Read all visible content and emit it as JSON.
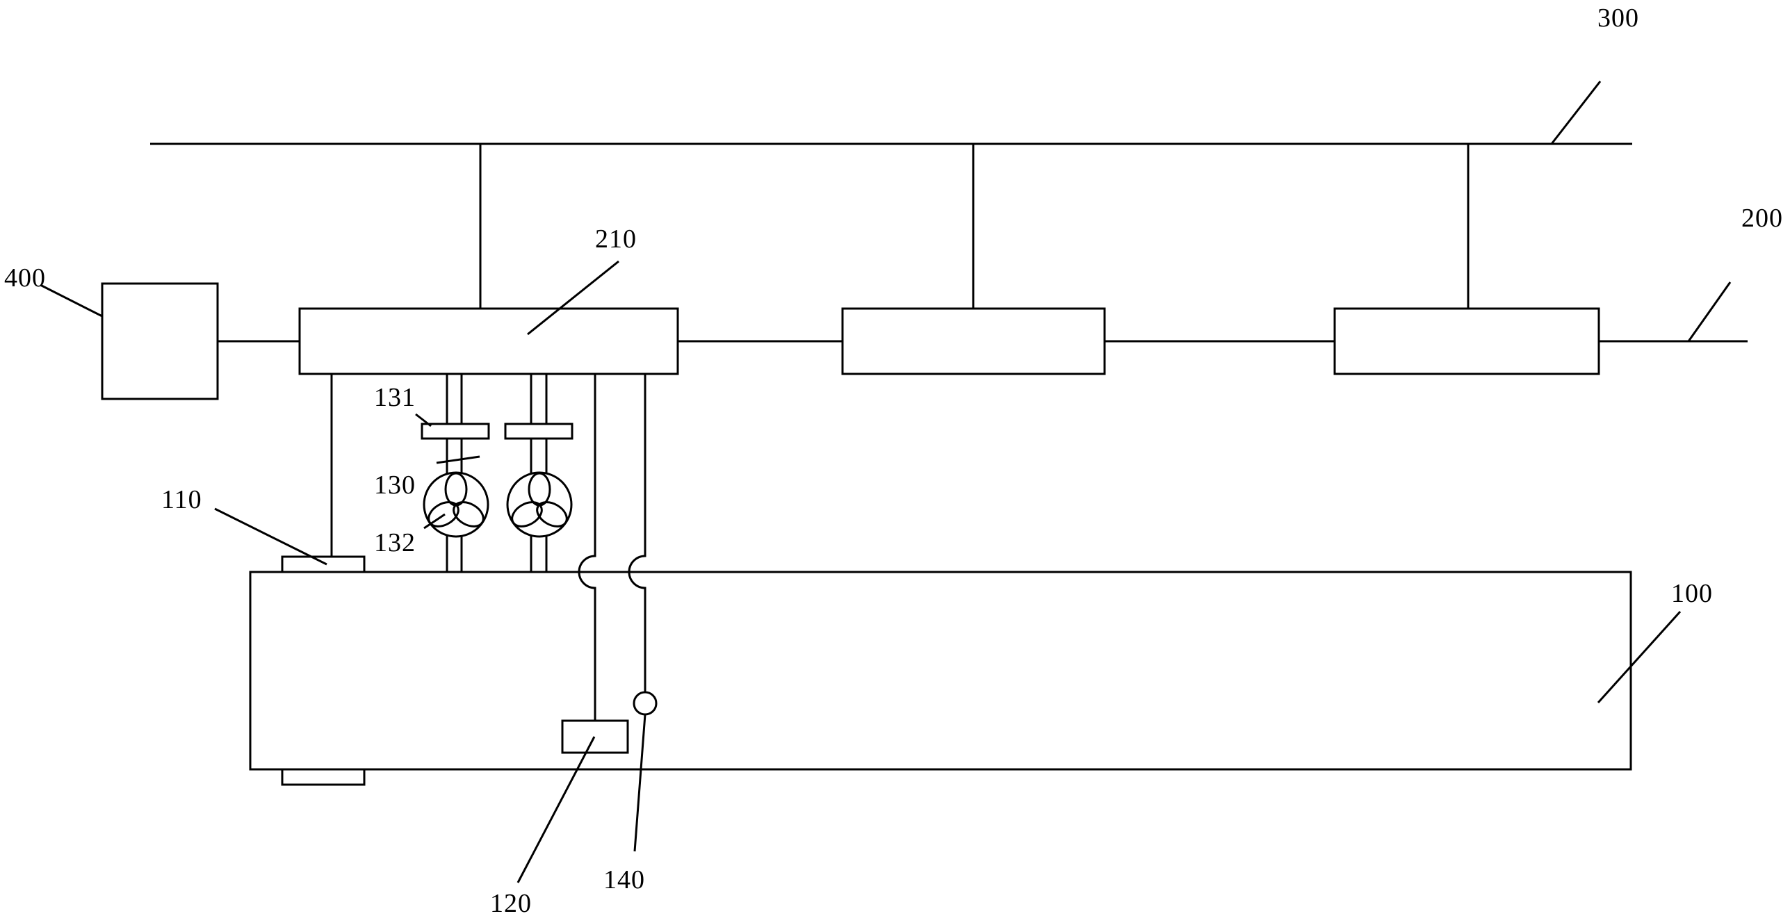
{
  "labels": {
    "bus_300": "300",
    "line_200": "200",
    "controller_400": "400",
    "module_210": "210",
    "part_131": "131",
    "part_130": "130",
    "part_132": "132",
    "part_110": "110",
    "box_100": "100",
    "part_120": "120",
    "part_140": "140"
  },
  "icons": {
    "fan": "fan-icon",
    "sensor": "circle-sensor-icon"
  }
}
